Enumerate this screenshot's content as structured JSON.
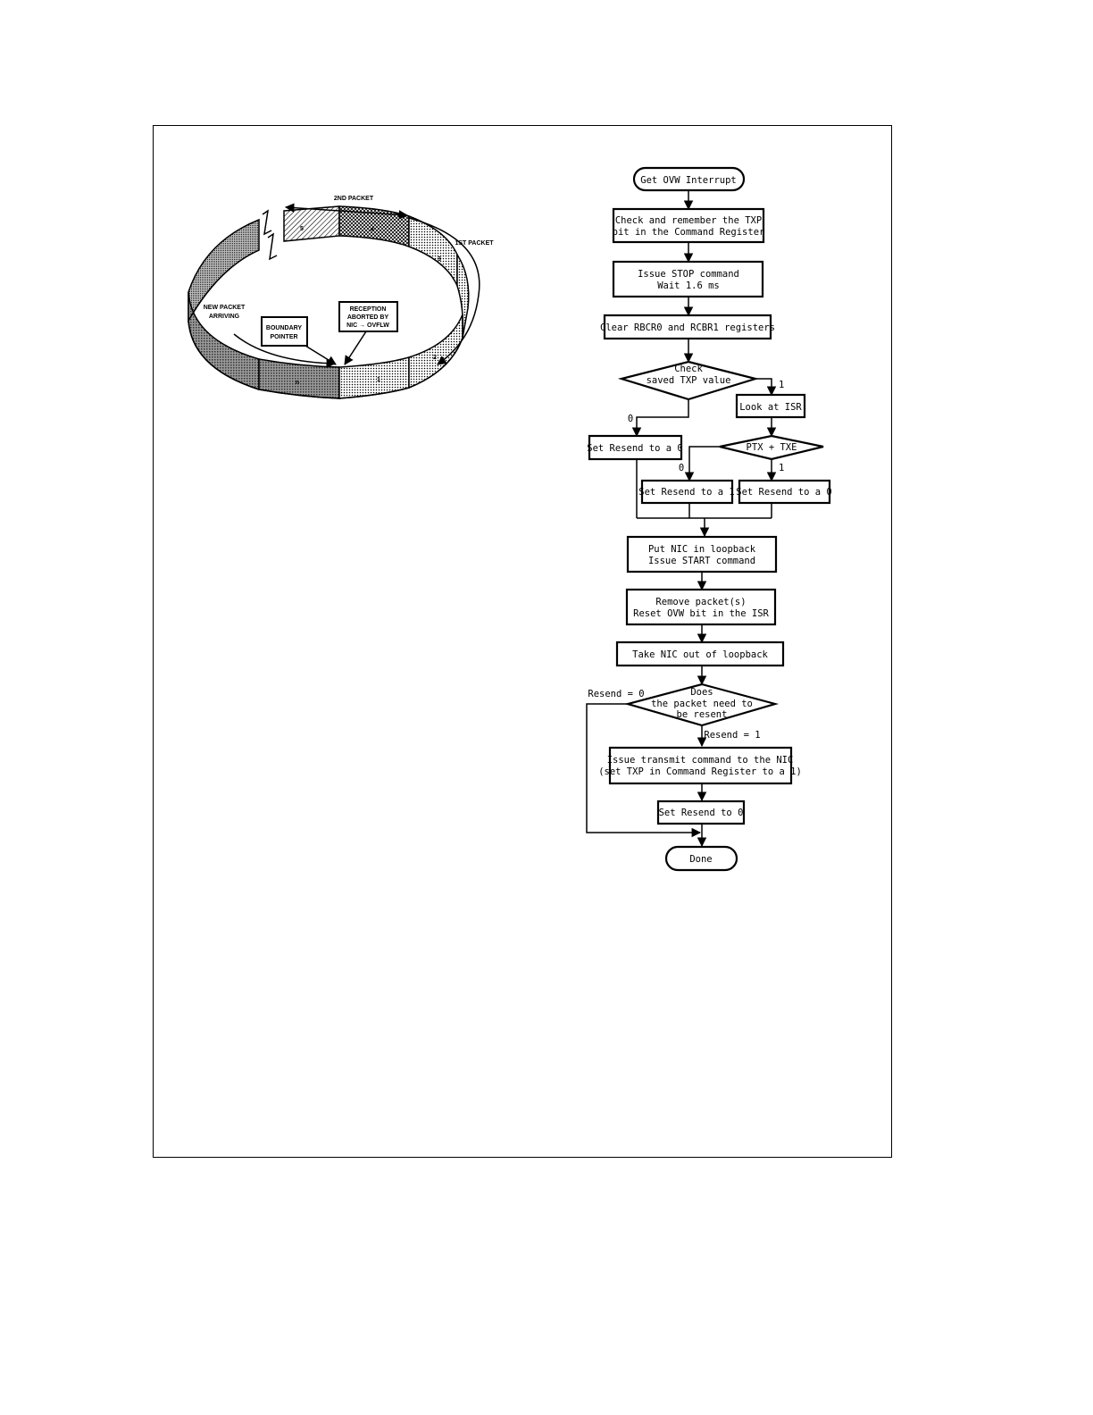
{
  "ring_diagram": {
    "label_2nd_packet": "2ND PACKET",
    "label_1st_packet": "1ST PACKET",
    "label_new_packet_line1": "NEW PACKET",
    "label_new_packet_line2": "ARRIVING",
    "label_boundary_line1": "BOUNDARY",
    "label_boundary_line2": "POINTER",
    "label_reception_line1": "RECEPTION",
    "label_reception_line2": "ABORTED BY",
    "label_reception_line3": "NIC → OVFLW",
    "segments": {
      "s5": "5",
      "s4": "4",
      "s3": "3",
      "s2": "2",
      "s1": "1",
      "sn": "n"
    }
  },
  "flowchart": {
    "start": "Get OVW Interrupt",
    "step_check_txp_line1": "Check and remember the TXP",
    "step_check_txp_line2": "bit in the Command Register",
    "step_stop_line1": "Issue STOP command",
    "step_stop_line2": "Wait 1.6 ms",
    "step_clear": "Clear RBCR0 and RCBR1 registers",
    "decision_txp_line1": "Check",
    "decision_txp_line2": "saved TXP value",
    "label_txp_0": "0",
    "label_txp_1": "1",
    "step_look_isr": "Look at ISR",
    "decision_ptx": "PTX + TXE",
    "label_ptx_0": "0",
    "label_ptx_1": "1",
    "step_resend0_left": "Set Resend to a 0",
    "step_resend1": "Set Resend to a 1",
    "step_resend0_right": "Set Resend to a 0",
    "step_loopback_line1": "Put NIC in loopback",
    "step_loopback_line2": "Issue START command",
    "step_remove_line1": "Remove packet(s)",
    "step_remove_line2": "Reset OVW bit in the ISR",
    "step_take_out": "Take NIC out of loopback",
    "decision_resend_line1": "Does",
    "decision_resend_line2": "the packet need to",
    "decision_resend_line3": "be resent",
    "label_resend_0": "Resend = 0",
    "label_resend_1": "Resend = 1",
    "step_transmit_line1": "Issue transmit command to the NIC",
    "step_transmit_line2": "(set TXP in Command Register to a 1)",
    "step_set_resend_0": "Set Resend to 0",
    "end": "Done"
  }
}
